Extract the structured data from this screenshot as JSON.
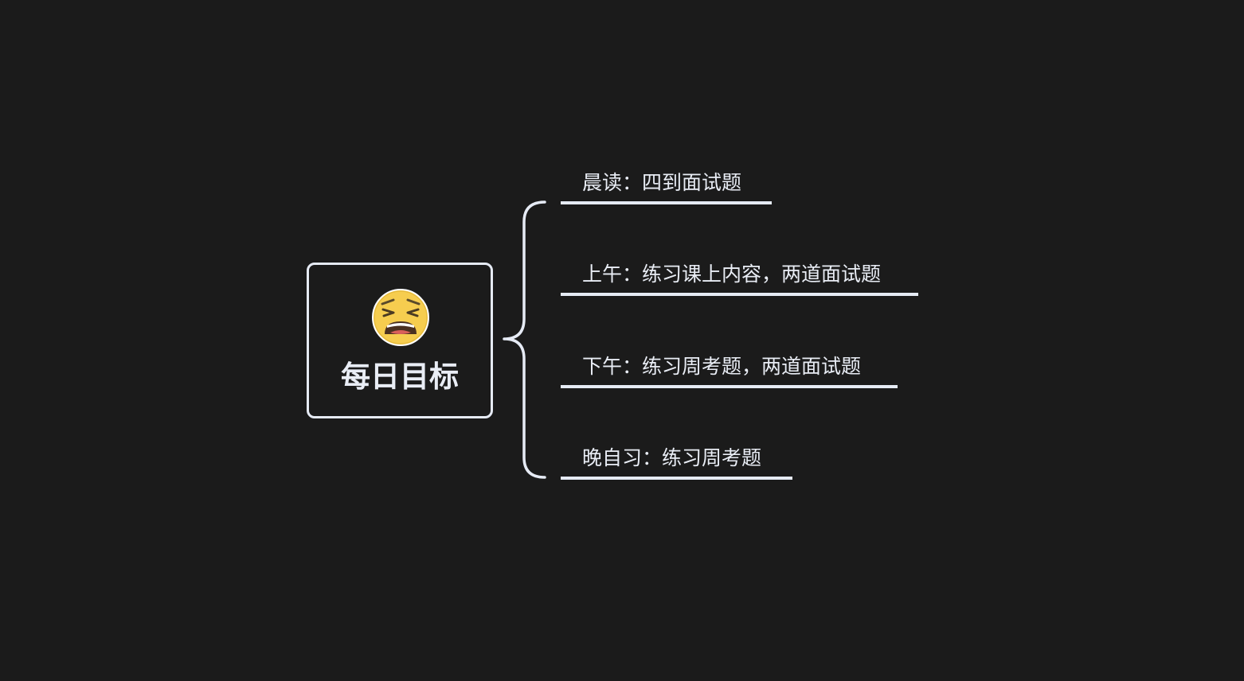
{
  "mindmap": {
    "root": {
      "label": "每日目标",
      "icon": "weary-face-emoji"
    },
    "branches": [
      {
        "label": "晨读：四到面试题"
      },
      {
        "label": "上午：练习课上内容，两道面试题"
      },
      {
        "label": "下午：练习周考题，两道面试题"
      },
      {
        "label": "晚自习：练习周考题"
      }
    ],
    "colors": {
      "background": "#1b1b1b",
      "stroke": "#e6ebf5",
      "text": "#e9edf5",
      "emoji_face": "#f6cd4f"
    }
  }
}
